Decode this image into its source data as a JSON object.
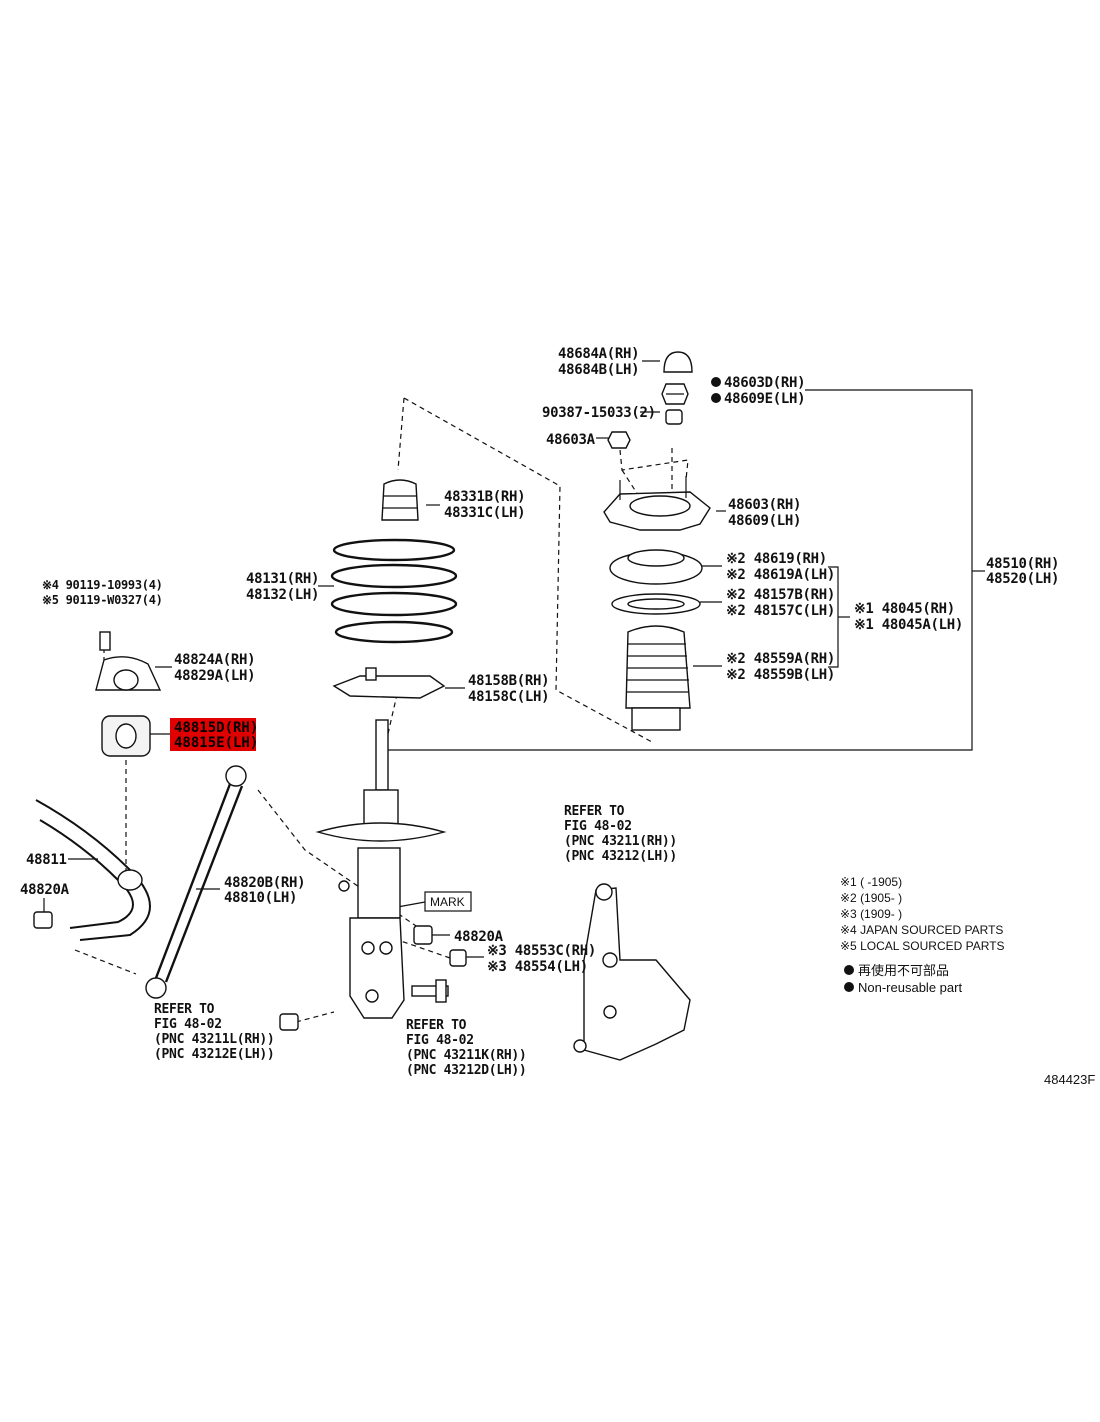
{
  "labels": {
    "p48684": [
      "48684A(RH)",
      "48684B(LH)"
    ],
    "p48603d": [
      "48603D(RH)",
      "48609E(LH)"
    ],
    "p90387": "90387-15033(2)",
    "p48603a": "48603A",
    "p48331": [
      "48331B(RH)",
      "48331C(LH)"
    ],
    "p48603": [
      "48603(RH)",
      "48609(LH)"
    ],
    "p48619": [
      "※2 48619(RH)",
      "※2 48619A(LH)"
    ],
    "p48157": [
      "※2 48157B(RH)",
      "※2 48157C(LH)"
    ],
    "p48045": [
      "※1 48045(RH)",
      "※1 48045A(LH)"
    ],
    "p48559": [
      "※2 48559A(RH)",
      "※2 48559B(LH)"
    ],
    "p48510": [
      "48510(RH)",
      "48520(LH)"
    ],
    "p48131": [
      "48131(RH)",
      "48132(LH)"
    ],
    "p48158": [
      "48158B(RH)",
      "48158C(LH)"
    ],
    "p90119": [
      "※4 90119-10993(4)",
      "※5 90119-W0327(4)"
    ],
    "p48824": [
      "48824A(RH)",
      "48829A(LH)"
    ],
    "p48815": [
      "48815D(RH)",
      "48815E(LH)"
    ],
    "p48811": "48811",
    "p48820a_left": "48820A",
    "p48820b": [
      "48820B(RH)",
      "48810(LH)"
    ],
    "mark": "MARK",
    "p48820a_mid": "48820A",
    "p48553": [
      "※3 48553C(RH)",
      "※3 48554(LH)"
    ],
    "refer_top": [
      "REFER TO",
      "FIG 48-02",
      "(PNC 43211(RH))",
      "(PNC 43212(LH))"
    ],
    "refer_left": [
      "REFER TO",
      "FIG 48-02",
      "(PNC 43211L(RH))",
      "(PNC 43212E(LH))"
    ],
    "refer_mid": [
      "REFER TO",
      "FIG 48-02",
      "(PNC 43211K(RH))",
      "(PNC 43212D(LH))"
    ]
  },
  "notes": [
    "※1 (      -1905)",
    "※2 (1905-      )",
    "※3 (1909-      )",
    "※4 JAPAN SOURCED PARTS",
    "※5 LOCAL SOURCED PARTS"
  ],
  "legend": {
    "ja": "再使用不可部品",
    "en": "Non-reusable part"
  },
  "figure_code": "484423F",
  "colors": {
    "highlight": "#e10000",
    "ink": "#111111"
  }
}
